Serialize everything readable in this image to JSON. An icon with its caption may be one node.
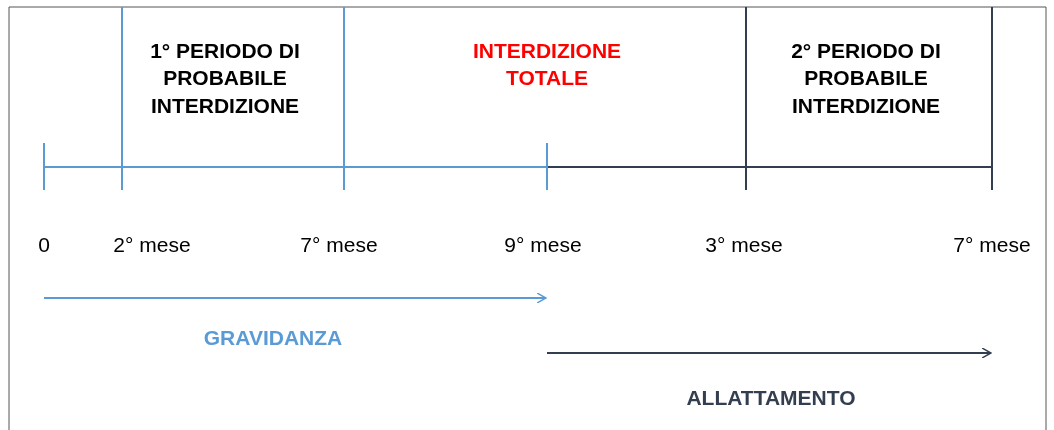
{
  "diagram": {
    "labels": [
      "1° PERIODO DI PROBABILE INTERDIZIONE",
      "INTERDIZIONE TOTALE",
      "2° PERIODO DI PROBABILE INTERDIZIONE",
      "0",
      "2° mese",
      "7° mese",
      "9° mese",
      "3° mese",
      "7° mese",
      "GRAVIDANZA",
      "ALLATTAMENTO"
    ]
  }
}
